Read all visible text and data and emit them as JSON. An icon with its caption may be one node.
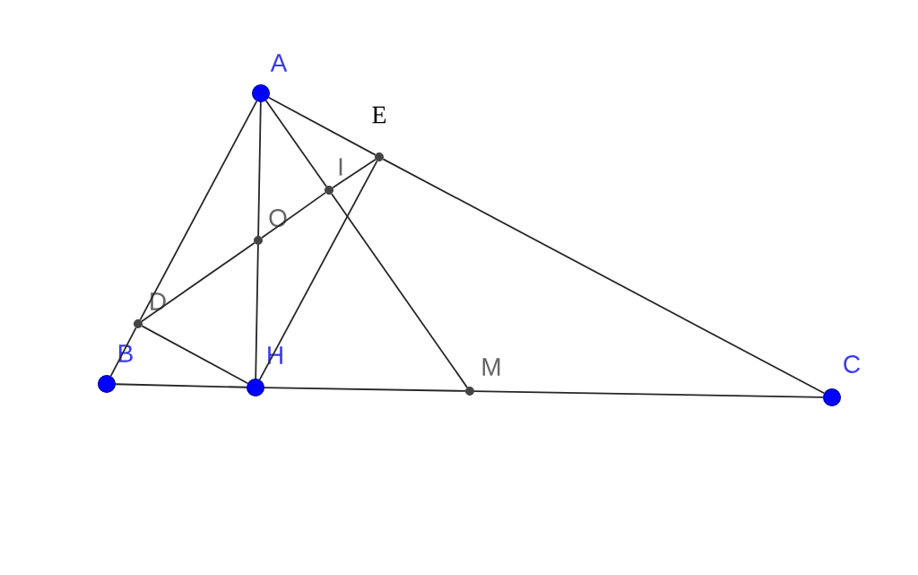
{
  "diagram": {
    "nodes": [
      {
        "text": [],
        "shape": "circle",
        "beside": [
          "A"
        ]
      },
      {
        "text": [],
        "shape": "circle",
        "beside": [
          "E"
        ]
      },
      {
        "text": [],
        "shape": "circle",
        "beside": [
          "I"
        ]
      },
      {
        "text": [],
        "shape": "circle",
        "beside": [
          "O"
        ]
      },
      {
        "text": [],
        "shape": "circle",
        "beside": [
          "D"
        ]
      },
      {
        "text": [],
        "shape": "circle",
        "beside": [
          "B"
        ]
      },
      {
        "text": [],
        "shape": "circle",
        "beside": [
          "H"
        ]
      },
      {
        "text": [],
        "shape": "circle",
        "beside": [
          "M"
        ]
      },
      {
        "text": [],
        "shape": "circle",
        "beside": [
          "C"
        ]
      }
    ],
    "edges": [
      {
        "from": 0,
        "to": 4,
        "arrow": "none"
      },
      {
        "from": 4,
        "to": 5,
        "arrow": "none"
      },
      {
        "from": 5,
        "to": 6,
        "arrow": "none"
      },
      {
        "from": 6,
        "to": 7,
        "arrow": "none"
      },
      {
        "from": 7,
        "to": 8,
        "arrow": "none"
      },
      {
        "from": 0,
        "to": 1,
        "arrow": "none"
      },
      {
        "from": 1,
        "to": 8,
        "arrow": "none"
      },
      {
        "from": 0,
        "to": 3,
        "arrow": "none"
      },
      {
        "from": 3,
        "to": 6,
        "arrow": "none"
      },
      {
        "from": 0,
        "to": 2,
        "arrow": "none"
      },
      {
        "from": 2,
        "to": 7,
        "arrow": "none"
      },
      {
        "from": 4,
        "to": 3,
        "arrow": "none"
      },
      {
        "from": 3,
        "to": 2,
        "arrow": "none"
      },
      {
        "from": 2,
        "to": 1,
        "arrow": "none"
      },
      {
        "from": 4,
        "to": 6,
        "arrow": "none"
      },
      {
        "from": 6,
        "to": 1,
        "arrow": "none"
      }
    ]
  }
}
